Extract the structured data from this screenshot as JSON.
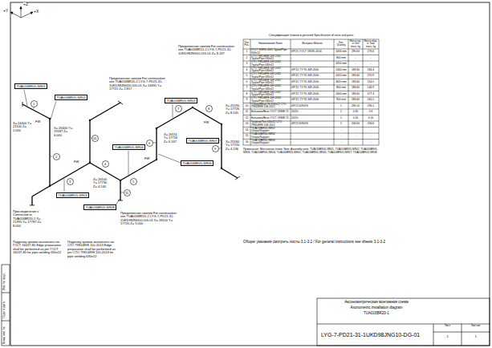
{
  "diagram": {
    "nodes": [
      {
        "text": [
          "TUA016BR05-NR01"
        ]
      },
      {
        "text": [
          "TUA016BR05-NR02"
        ]
      },
      {
        "text": [
          "TUA016BR05-NR03"
        ]
      },
      {
        "text": [
          "TUA016BR05-NR04"
        ]
      },
      {
        "text": [
          "TUA016BR05-NR05"
        ]
      },
      {
        "text": [
          "TUA016BR05-NR06"
        ]
      },
      {
        "text": [
          "TUA016BR05-NR07"
        ]
      },
      {
        "text": [
          "TUA016BR05-NR08"
        ]
      },
      {
        "text": [
          "1"
        ]
      },
      {
        "text": [
          "2"
        ]
      },
      {
        "text": [
          "3"
        ]
      },
      {
        "text": [
          "4"
        ]
      },
      {
        "text": [
          "5"
        ]
      },
      {
        "text": [
          "6"
        ]
      },
      {
        "text": [
          "7"
        ]
      },
      {
        "text": [
          "8"
        ]
      },
      {
        "text": [
          "9"
        ]
      },
      {
        "text": [
          "10"
        ]
      },
      {
        "text": [
          "11"
        ]
      }
    ],
    "labels": [
      "+Y",
      "+Z",
      "+X",
      "X= 24400 Y= 21100 Z= 2.000",
      "X= 26400 Y= 19187 Z= 6.000",
      "Продолжение смотри For continuation see TUA016BR20-1 LYG-7-PD21-31-1UKD98JNG10-DG-01 X= 24490 Y= 17721 Z= 2.817",
      "Продолжение смотри For continuation see TUA016BR21-1 LYG-7-PD21-31-1UKD98JNG10-DG-01 Z= 8.167",
      "X= 25190 Y= 17726 Z= 8.145",
      "X= 26111 Y= 17726 Z= 6.167",
      "X= 25160 Y= 17720 Z= 4.136",
      "Присоединение к Connected to TUA016BR20-1 X= 21395 Y= 17787 Z= 8.000",
      "Подрезку кромок выполнить по ГОСТ 16037-80 Edge preparation shall be performed as per ГОСТ 16037-80 for pipe welding 630х12",
      "Подрезку кромок выполнить по СТО 79814898 110-2013 Edge preparation shall be performed as per СТО 79814898 110-2013 for pipe welding 630х12",
      "Продолжение смотри For continuation see TUA016BR20-1 LYG-7-PD21-31-1UKD98JNG10-DG-01 X= 26100 Y= 17720 Z= 5.000",
      "X= 26100 Y= 17730 Z= 4.140",
      "FW",
      "FW",
      "FW",
      "FW",
      "Спецификация блоков и деталей Specification of units and parts",
      "Поз. Pos.",
      "Наименование Name",
      "Материал Material",
      "Кол. Quantity",
      "Масса ед., кг Unit mass, kg",
      "Масса общ., кг Total mass, kg",
      "1",
      "ГОСТ 30896-2001 Труба/Pipe 630х12",
      "09Г2С ГОСТ 19281-2014",
      "1056 mm",
      "290.00",
      "276.6",
      "2",
      "СТО 79814898 109-2012 Труба/Pipe 630х12",
      "-",
      "800 mm",
      "-",
      "-",
      "3",
      "СТО 79814898 109-2012 Труба/Pipe 630х12",
      "-",
      "2050 mm",
      "-",
      "-",
      "4",
      "СТО 79814898 109-2012 Труба/Pipe 630х12",
      "09Г2С ТУ 95 349-2000",
      "1440 mm",
      "183.60",
      "264.4",
      "5",
      "СТО 79814898 109-2012 Труба/Pipe 630х12",
      "09Г2С ТУ 95 349-2000",
      "2020 mm",
      "183.60",
      "370.9",
      "6",
      "СТО 79814898 109-2012 Труба/Pipe 630х12",
      "09Г2С ТУ 95 349-2000",
      "3020 mm",
      "183.60",
      "554.5",
      "7",
      "СТО 79814898 109-2012 Труба/Pipe 630х12",
      "09Г2С ТУ 95 349-2000",
      "800 mm",
      "183.60",
      "146.9",
      "8",
      "СТО 79814898 109-2012 Труба/Pipe 630х12",
      "09Г2С ТУ 95 349-2000",
      "2600 mm",
      "183.60",
      "477.4",
      "9",
      "СТО 79814898 109-2012 Труба/Pipe 630х12",
      "09Г2С ТУ 95 349-2000",
      "900 mm",
      "183.60",
      "165.2",
      "10",
      "Отвод/Elbow 90-630х12 СТО 79814898 108-2012",
      "09Г2С/09G2S",
      "1",
      "290.10",
      "290.1",
      "11",
      "Бобышка/Boss ГОСТ 19848-72",
      "20/20",
      "2",
      "0.30",
      "0.6",
      "12",
      "Бобышка/Boss ГОСТ 19848-72",
      "20/20",
      "1",
      "0.16",
      "0.16",
      "13",
      "Тройник/Tee 630х12 СТО 79814898 108-2012",
      "09Г2С/09G2S",
      "1",
      "206.60",
      "206.6",
      "14",
      "TUA016BR05-NR01 Опора/Support",
      "-",
      "-",
      "-",
      "-",
      "15",
      "TUA016BR05-NR02 Опора/Support",
      "-",
      "-",
      "-",
      "-",
      "16",
      "TUA016BR05-NR03 Опора/Support",
      "-",
      "-",
      "-",
      "-",
      "Примечание: Монтажные блоки: Note: Assembly units: TUA016BR05-NR01, TUA016BR05-NR02, TUA016BR05-NR03, TUA016BR05-NR04, TUA016BR05-NR05, TUA016BR05-NR06, TUA016BR05-NR07, TUA016BR05-NR08",
      "Общие указания смотреть листы 3.1-3.2 / For general instructions see sheets 3.1-3.2",
      "Аксонометрическая монтажная схема",
      "Axonometric installation diagram",
      "TUA016BR20-1",
      "LYG-7-PD21-31-1UKD98JNG10-DG-01",
      "Лист",
      "Листов",
      "1",
      "1",
      "Инв. № подл.",
      "Подп. и дата",
      "Взам. инв. №"
    ]
  }
}
